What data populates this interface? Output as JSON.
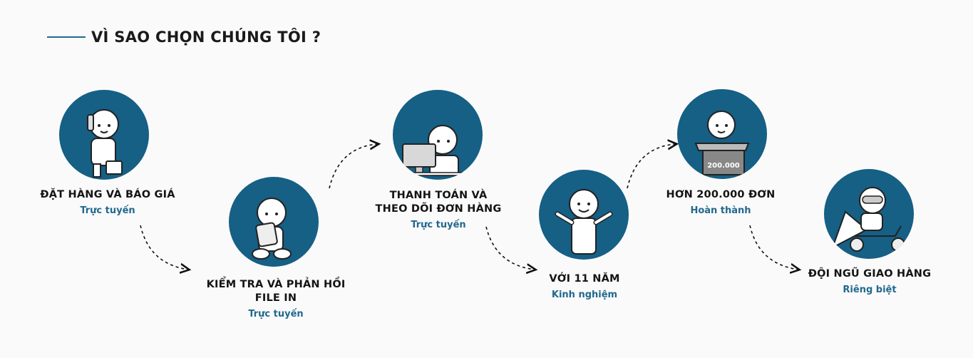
{
  "header": {
    "title": "VÌ SAO CHỌN CHÚNG TÔI ?"
  },
  "steps": [
    {
      "title_lines": [
        "ĐẶT HÀNG VÀ BÁO GIÁ"
      ],
      "subtitle": "Trực tuyến",
      "icon": "phone-call-mascot-icon"
    },
    {
      "title_lines": [
        "KIỂM TRA VÀ PHẢN HỒI",
        "FILE IN"
      ],
      "subtitle": "Trực tuyến",
      "icon": "tablet-reading-mascot-icon"
    },
    {
      "title_lines": [
        "THANH TOÁN VÀ",
        "THEO DÕI ĐƠN HÀNG"
      ],
      "subtitle": "Trực tuyến",
      "icon": "computer-mascot-icon"
    },
    {
      "title_lines": [
        "VỚI 11 NĂM"
      ],
      "subtitle": "Kinh nghiệm",
      "icon": "thumbs-up-mascot-icon"
    },
    {
      "title_lines": [
        "HƠN 200.000 ĐƠN"
      ],
      "subtitle": "Hoàn thành",
      "icon": "box-mascot-icon",
      "box_text": "200.000"
    },
    {
      "title_lines": [
        "ĐỘI NGŨ GIAO HÀNG"
      ],
      "subtitle": "Riêng biệt",
      "icon": "scooter-delivery-mascot-icon"
    }
  ],
  "colors": {
    "circle": "#165f85",
    "accent_text": "#22688e",
    "heading_text": "#141414"
  }
}
